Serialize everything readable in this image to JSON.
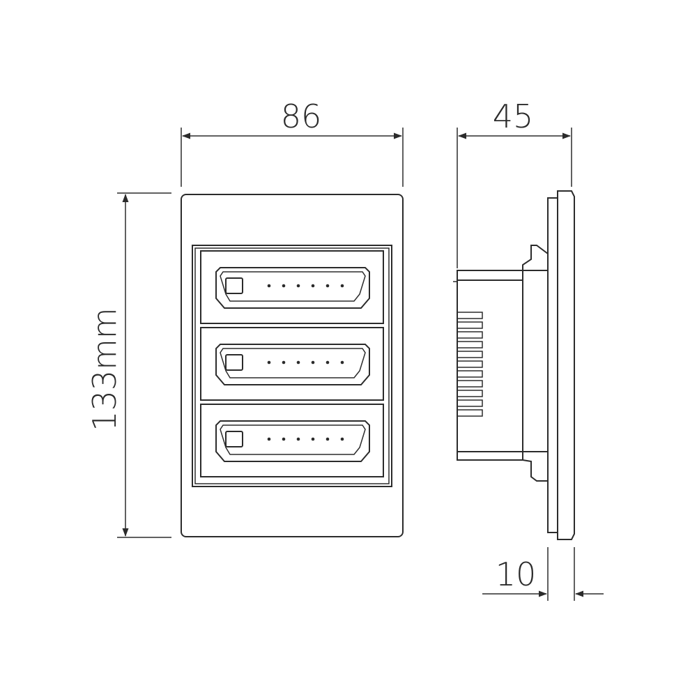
{
  "dimensions": {
    "width": "86",
    "depth": "45",
    "height": "133mm",
    "plate_thickness": "10"
  },
  "front_view": {
    "module_count": 3,
    "dots_per_key": 6
  },
  "side_view": {
    "fin_count": 11
  },
  "colors": {
    "line": "#2b2b2b",
    "background": "#ffffff"
  }
}
